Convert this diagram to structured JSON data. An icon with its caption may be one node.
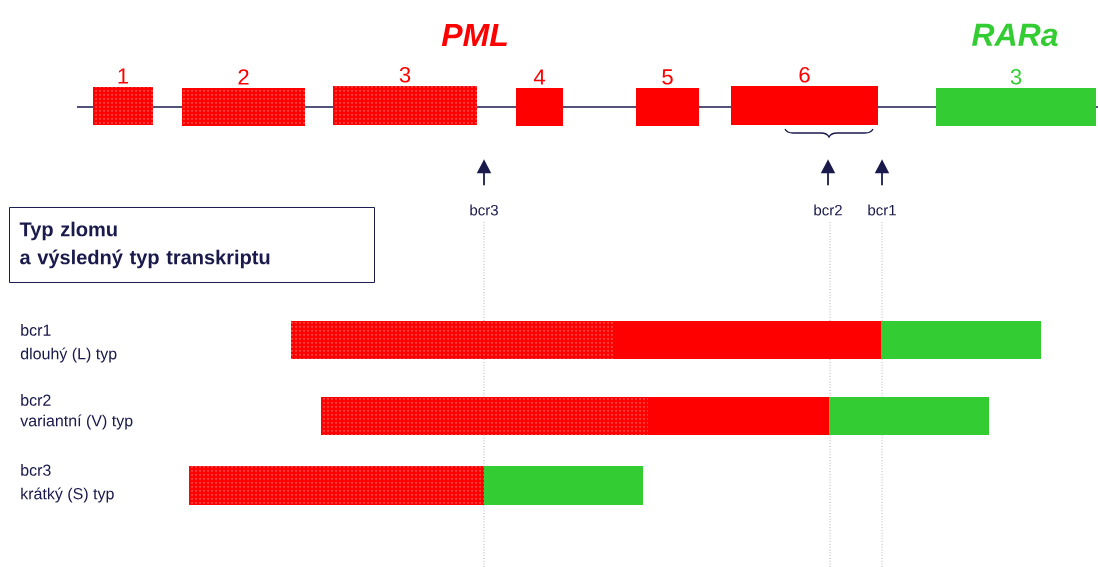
{
  "diagram": {
    "nodes": [
      {
        "text": [
          "1"
        ]
      },
      {
        "text": [
          "2"
        ]
      },
      {
        "text": [
          "3"
        ]
      },
      {
        "text": [
          "4"
        ]
      },
      {
        "text": [
          "5"
        ]
      },
      {
        "text": [
          "6"
        ]
      },
      {
        "text": [
          "3"
        ]
      },
      {
        "text": [
          "bcr3"
        ]
      },
      {
        "text": [
          "bcr2"
        ]
      },
      {
        "text": [
          "bcr1"
        ]
      },
      {
        "text": [
          "Typ zlomu",
          "a výsledný typ transkriptu"
        ]
      },
      {
        "text": [],
        "shape": "bar"
      },
      {
        "text": [],
        "shape": "bar"
      },
      {
        "text": [],
        "shape": "bar"
      },
      {
        "text": [],
        "shape": "bar"
      },
      {
        "text": [],
        "shape": "bar"
      },
      {
        "text": [],
        "shape": "bar"
      },
      {
        "text": [],
        "shape": "bar"
      },
      {
        "text": [],
        "shape": "bar"
      }
    ],
    "edges": [
      {
        "from": 7,
        "to": null,
        "arrow": "to"
      },
      {
        "from": 8,
        "to": null,
        "arrow": "to"
      },
      {
        "from": 9,
        "to": null,
        "arrow": "to"
      }
    ],
    "labels": [
      "PML",
      "RARa",
      "bcr1",
      "dlouhý (L) typ",
      "bcr2",
      "variantní (V) typ",
      "bcr3",
      "krátký (S) typ"
    ]
  }
}
